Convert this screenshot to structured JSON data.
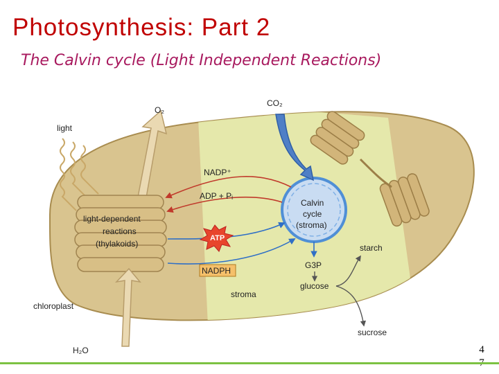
{
  "slide": {
    "title": "Photosynthesis: Part 2",
    "subtitle": "The Calvin cycle (Light Independent Reactions)",
    "page_number": "47"
  },
  "diagram": {
    "labels": {
      "co2": "CO₂",
      "o2": "O₂",
      "light": "light",
      "nadp": "NADP⁺",
      "adp": "ADP + Pᵢ",
      "light_dependent": "light-dependent",
      "reactions": "reactions",
      "thylakoids": "(thylakoids)",
      "atp": "ATP",
      "nadph": "NADPH",
      "calvin": "Calvin",
      "cycle": "cycle",
      "stroma_paren": "(stroma)",
      "starch": "starch",
      "g3p": "G3P",
      "glucose": "glucose",
      "stroma": "stroma",
      "chloroplast": "chloroplast",
      "sucrose": "sucrose",
      "h2o": "H₂O"
    },
    "colors": {
      "chloroplast_fill": "#d9c48f",
      "stroma_highlight": "#e6ecae",
      "calvin_cycle": "#4f8fd6",
      "arrows_red": "#c0392b",
      "arrows_blue": "#2f6fc6",
      "atp_burst": "#e8452c",
      "nadph_box": "#f5c06a",
      "accent_line": "#7cc242",
      "title": "#c00000"
    }
  }
}
